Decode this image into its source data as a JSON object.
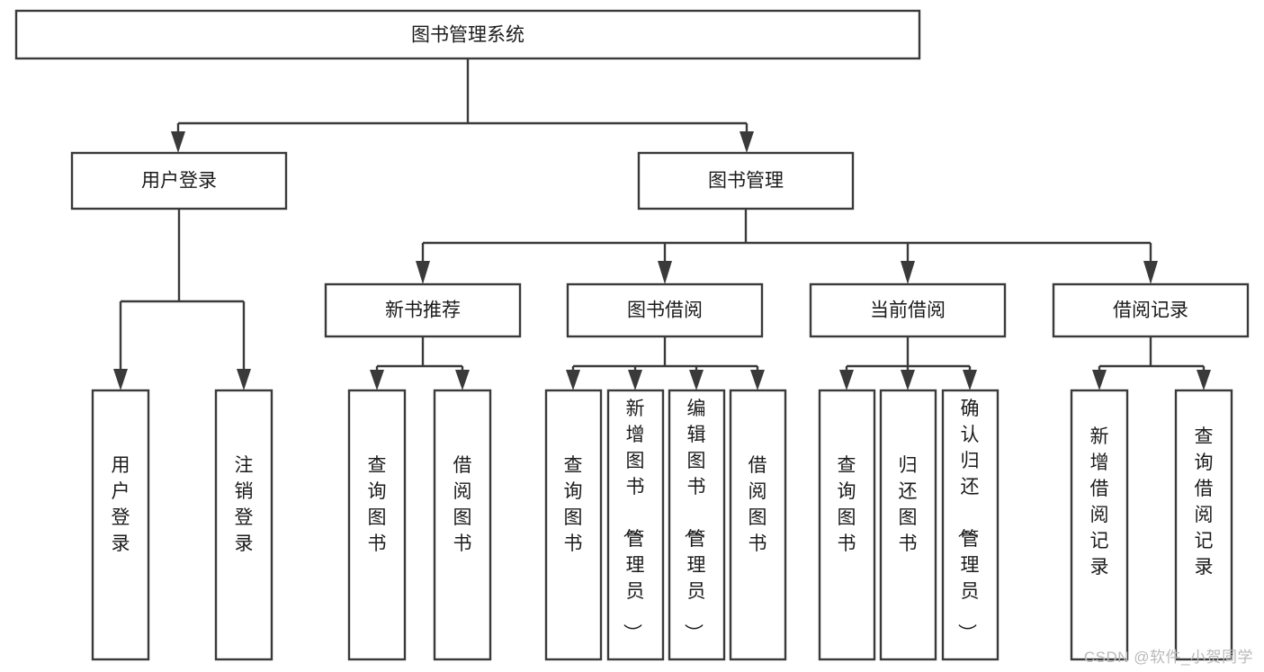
{
  "diagram": {
    "title": "图书管理系统",
    "type": "tree-hierarchy",
    "watermark": "CSDN @软件_小贺同学",
    "colors": {
      "stroke": "#3a3a3a",
      "fill": "#ffffff",
      "text": "#1b1b1b",
      "watermark": "#b9b9b9"
    },
    "nodes": {
      "root": {
        "label": "图书管理系统",
        "level": 0,
        "orientation": "horizontal"
      },
      "level1": [
        {
          "id": "user-login",
          "label": "用户登录"
        },
        {
          "id": "book-manage",
          "label": "图书管理"
        }
      ],
      "level2": [
        {
          "id": "new-book-recommend",
          "label": "新书推荐"
        },
        {
          "id": "book-borrow",
          "label": "图书借阅"
        },
        {
          "id": "current-borrow",
          "label": "当前借阅"
        },
        {
          "id": "borrow-record",
          "label": "借阅记录"
        }
      ],
      "leaves": {
        "user-login": [
          {
            "id": "leaf-user-login",
            "label": "用户登录"
          },
          {
            "id": "leaf-logout",
            "label": "注销登录"
          }
        ],
        "new-book-recommend": [
          {
            "id": "leaf-query-book-1",
            "label": "查询图书"
          },
          {
            "id": "leaf-borrow-book-1",
            "label": "借阅图书"
          }
        ],
        "book-borrow": [
          {
            "id": "leaf-query-book-2",
            "label": "查询图书"
          },
          {
            "id": "leaf-add-book",
            "label": "新增图书（管理员）"
          },
          {
            "id": "leaf-edit-book",
            "label": "编辑图书（管理员）"
          },
          {
            "id": "leaf-borrow-book-2",
            "label": "借阅图书"
          }
        ],
        "current-borrow": [
          {
            "id": "leaf-query-book-3",
            "label": "查询图书"
          },
          {
            "id": "leaf-return-book",
            "label": "归还图书"
          },
          {
            "id": "leaf-confirm-return",
            "label": "确认归还（管理员）"
          }
        ],
        "borrow-record": [
          {
            "id": "leaf-add-record",
            "label": "新增借阅记录"
          },
          {
            "id": "leaf-query-record",
            "label": "查询借阅记录"
          }
        ]
      }
    }
  }
}
